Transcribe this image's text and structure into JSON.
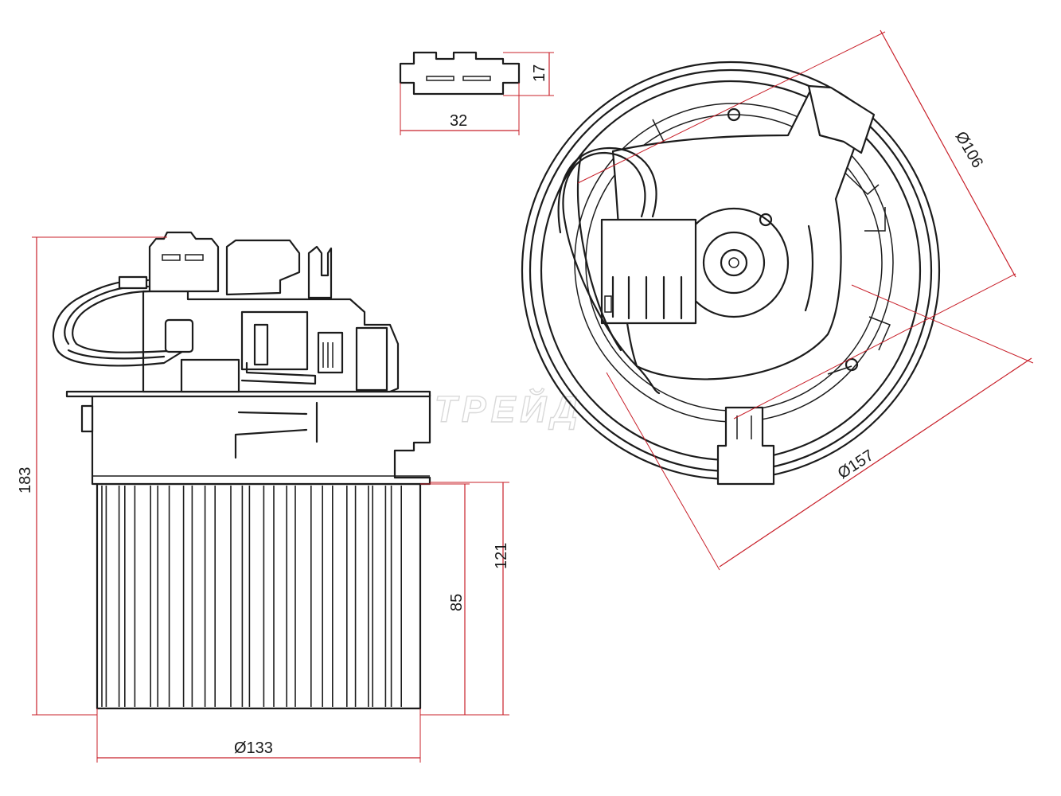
{
  "drawing": {
    "watermark": "АВТОТРЕЙД",
    "dimension_color": "#c8202a",
    "outline_color": "#1c1c1c"
  },
  "connector_view": {
    "width_label": "32",
    "height_label": "17"
  },
  "side_view": {
    "total_height_label": "183",
    "body_height_label": "121",
    "fan_height_label": "85",
    "fan_diameter_label": "Ø133"
  },
  "top_view": {
    "inner_diameter_label": "Ø106",
    "outer_diameter_label": "Ø157"
  }
}
